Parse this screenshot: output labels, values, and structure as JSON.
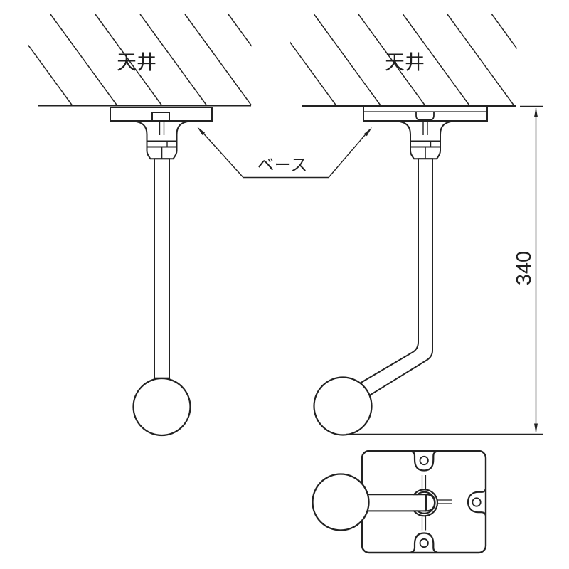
{
  "drawing": {
    "type": "technical-line-drawing",
    "labels": {
      "ceiling_left": "天井",
      "ceiling_right": "天井",
      "base": "ベース",
      "dimension_340": "340"
    },
    "colors": {
      "line": "#222222",
      "background": "#ffffff"
    }
  }
}
